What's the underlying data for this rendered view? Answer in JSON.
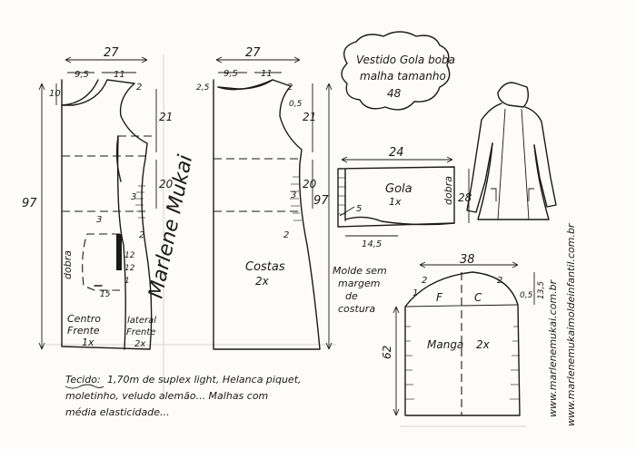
{
  "title": {
    "line1": "Vestido Gola boba",
    "line2": "malha tamanho",
    "size": "48"
  },
  "front": {
    "width": "27",
    "shoulder_a": "9,5",
    "shoulder_b": "11",
    "neck_depth": "10",
    "shoulder_drop": "2",
    "armhole": "21",
    "waist_side": "20",
    "length": "97",
    "m1": "3",
    "m2": "3",
    "m3": "2",
    "pocket_12a": "12",
    "pocket_12b": "12",
    "pocket_1": "1",
    "pocket_15": "15",
    "dobra": "dobra",
    "label_center_line1": "Centro",
    "label_center_line2": "Frente",
    "label_center_line3": "1x",
    "label_lateral_line1": "lateral",
    "label_lateral_line2": "Frente",
    "label_lateral_line3": "2x"
  },
  "back": {
    "width": "27",
    "shoulder_a": "9,5",
    "shoulder_b": "11",
    "neck_depth": "2,5",
    "shoulder_drop": "2",
    "arm_05": "0,5",
    "armhole": "21",
    "waist": "20",
    "length": "97",
    "m3": "3",
    "m2": "2",
    "label_line1": "Costas",
    "label_line2": "2x"
  },
  "collar": {
    "width": "24",
    "height": "28",
    "left": "5",
    "bottom": "14,5",
    "dobra": "dobra",
    "label_line1": "Gola",
    "label_line2": "1x"
  },
  "sleeve": {
    "width": "38",
    "cap_left": "2",
    "cap_right": "2",
    "left_1": "1",
    "right_05": "0,5",
    "cap_height": "13,5",
    "length": "62",
    "label_f": "F",
    "label_c": "C",
    "label_line1": "Manga",
    "label_line2": "2x"
  },
  "note": {
    "line1": "Molde sem",
    "line2": "margem",
    "line3": "de",
    "line4": "costura"
  },
  "fabric": {
    "label": "Tecido:",
    "line1": "1,70m de suplex light, Helanca piquet,",
    "line2": "moletinho, veludo alemão... Malhas com",
    "line3": "média elasticidade..."
  },
  "watermark": {
    "line1": "www.marlenemukai.com.br",
    "line2": "www.marlenemukaimoldeinfantil.com.br"
  },
  "signature": "Marlene Mukai"
}
